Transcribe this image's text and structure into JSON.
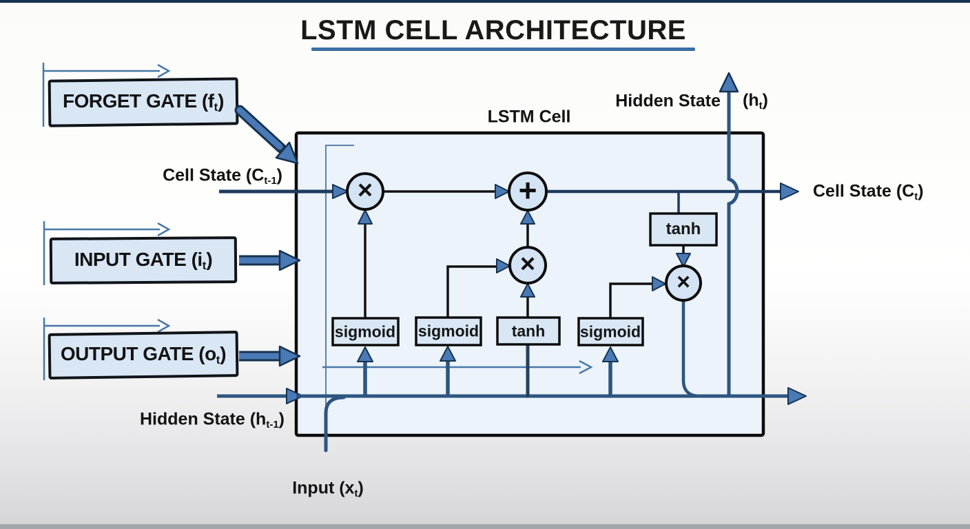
{
  "title": "LSTM CELL ARCHITECTURE",
  "cell_label": "LSTM Cell",
  "gates": {
    "forget": {
      "pre": "FORGET GATE (f",
      "sub": "t",
      "post": ")"
    },
    "input": {
      "pre": "INPUT GATE (i",
      "sub": "t",
      "post": ")"
    },
    "output": {
      "pre": "OUTPUT GATE (o",
      "sub": "t",
      "post": ")"
    }
  },
  "signals": {
    "cell_state_in": {
      "pre": "Cell State (C",
      "sub": "t-1",
      "post": ")"
    },
    "cell_state_out": {
      "pre": "Cell State (C",
      "sub": "t",
      "post": ")"
    },
    "hidden_state_in": {
      "pre": "Hidden State (h",
      "sub": "t-1",
      "post": ")"
    },
    "hidden_state_out_word": "Hidden State",
    "hidden_state_out_paren": {
      "pre": "(h",
      "sub": "t",
      "post": ")"
    },
    "input_x": {
      "pre": "Input (x",
      "sub": "t",
      "post": ")"
    }
  },
  "nodes": {
    "sigmoid_forget": "sigmoid",
    "sigmoid_input": "sigmoid",
    "sigmoid_output": "sigmoid",
    "tanh_candidate": "tanh",
    "tanh_output": "tanh",
    "multiply_symbol": "×",
    "add_symbol": "+"
  },
  "colors": {
    "arrow_blue": "#4a7ab5",
    "line_navy": "#1d3a5e",
    "hidden_line": "#2d5580",
    "thin_blue": "#4878a8",
    "box_fill": "#d9e7f5",
    "cell_fill": "#ecf3fa",
    "underline": "#3c6ea5"
  }
}
